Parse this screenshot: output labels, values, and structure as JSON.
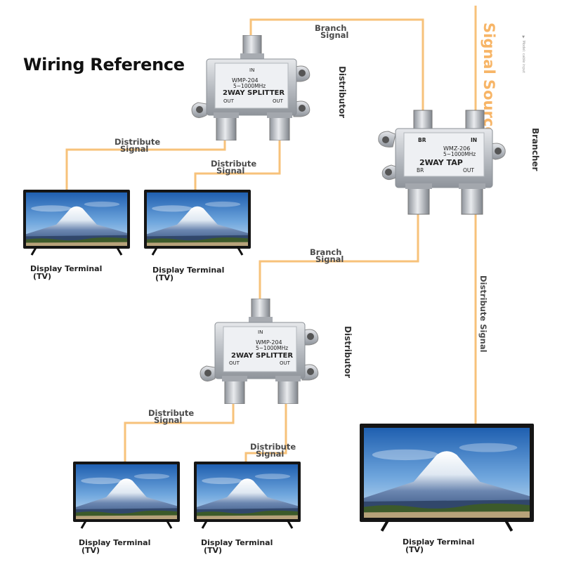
{
  "title": "Wiring Reference",
  "signal_source": "Signal Source",
  "signal_source_fineprint": "▼ Model: cable input",
  "labels": {
    "branch_signal": [
      "Branch",
      "Signal"
    ],
    "distribute_signal": [
      "Distribute",
      "Signal"
    ]
  },
  "distributor_label": "Distributor",
  "brancher_label": "Brancher",
  "distribute_signal_vertical": [
    "Distribute",
    "Signal"
  ],
  "tv_caption": [
    "Display Terminal",
    "(TV)"
  ],
  "splitter": {
    "in_label": "IN",
    "model": "WMP-204",
    "freq": "5~1000MHz",
    "name": "2WAY SPLITTER",
    "out_label": "OUT"
  },
  "tap": {
    "br_label": "BR",
    "in_label": "IN",
    "model": "WMZ-206",
    "freq": "5~1000MHz",
    "name": "2WAY TAP",
    "out_label": "OUT"
  },
  "colors": {
    "wire": "#f7c27a",
    "signal_source": "#f7b567",
    "device_metal": "#c9ccd1",
    "device_plate": "#eef0f3"
  },
  "icons": {
    "tv": "flat-screen-tv-icon",
    "splitter": "coax-splitter-icon",
    "tap": "coax-tap-icon"
  }
}
